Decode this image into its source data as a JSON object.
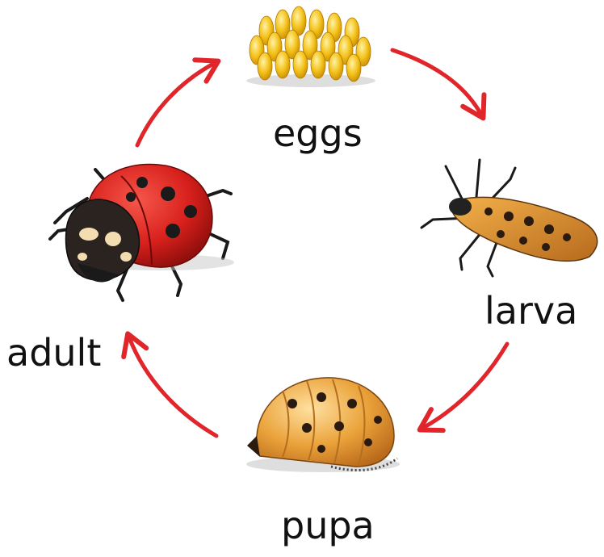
{
  "diagram": {
    "stages": [
      {
        "id": "eggs",
        "label": "eggs",
        "image": "egg-cluster-icon"
      },
      {
        "id": "larva",
        "label": "larva",
        "image": "ladybug-larva-icon"
      },
      {
        "id": "pupa",
        "label": "pupa",
        "image": "ladybug-pupa-icon"
      },
      {
        "id": "adult",
        "label": "adult",
        "image": "ladybug-adult-icon"
      }
    ],
    "arrows": [
      {
        "from": "eggs",
        "to": "larva"
      },
      {
        "from": "larva",
        "to": "pupa"
      },
      {
        "from": "pupa",
        "to": "adult"
      },
      {
        "from": "adult",
        "to": "eggs"
      }
    ],
    "colors": {
      "arrow": "#e0262b",
      "egg": "#f4c21a",
      "ladybug_red": "#d8201c",
      "larva_orange": "#e8952c",
      "pupa_orange": "#eaa23a",
      "text": "#111111"
    }
  }
}
